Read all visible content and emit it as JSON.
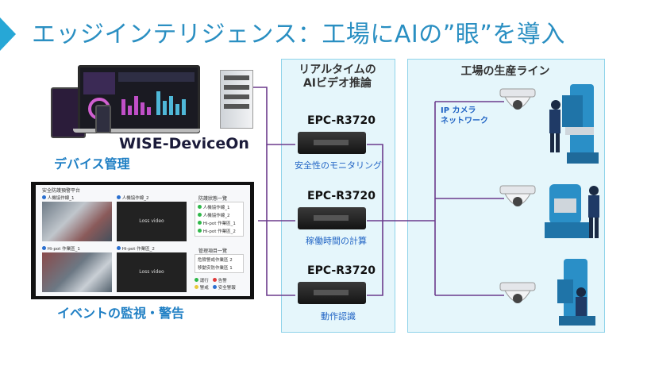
{
  "title": "エッジインテリジェンス：工場にAIの”眼”を導入",
  "labels": {
    "brand": "WISE-DeviceOn",
    "device_mgmt": "デバイス管理",
    "event_monitor": "イベントの監視・警告"
  },
  "realtime_panel": {
    "title_line1": "リアルタイムの",
    "title_line2": "AIビデオ推論"
  },
  "factory_panel": {
    "title": "工場の生産ライン",
    "network_line1": "IP カメラ",
    "network_line2": "ネットワーク"
  },
  "epc_units": [
    {
      "name": "EPC-R3720",
      "function": "安全性のモニタリング"
    },
    {
      "name": "EPC-R3720",
      "function": "稼働時間の計算"
    },
    {
      "name": "EPC-R3720",
      "function": "動作認識"
    }
  ],
  "monitor": {
    "title": "安全防護預警平台",
    "cams": [
      {
        "label": "人機協作線_1"
      },
      {
        "label": "人機協作線_2",
        "overlay": "Loss video"
      },
      {
        "label": "Hi-pot 作業區_1"
      },
      {
        "label": "Hi-pot 作業區_2",
        "overlay": "Loss video"
      }
    ],
    "status_title": "防護狀態一覽",
    "status_items": [
      "人機協作線_1",
      "人機協作線_2",
      "Hi-pot 作業區_1",
      "Hi-pot 作業區_2"
    ],
    "manage_title": "管理項目一覽",
    "manage_items": [
      {
        "label": "危險警戒作業區",
        "count": "2"
      },
      {
        "label": "移動安防作業區",
        "count": "1"
      }
    ],
    "legend": [
      "運行",
      "告警",
      "警戒",
      "安全警報"
    ]
  },
  "colors": {
    "title": "#2a8fc2",
    "accent_label": "#1f7fc4",
    "panel_fill": "#e5f6fb",
    "panel_border": "#8fd3ea",
    "connector": "#6b3a8c"
  }
}
